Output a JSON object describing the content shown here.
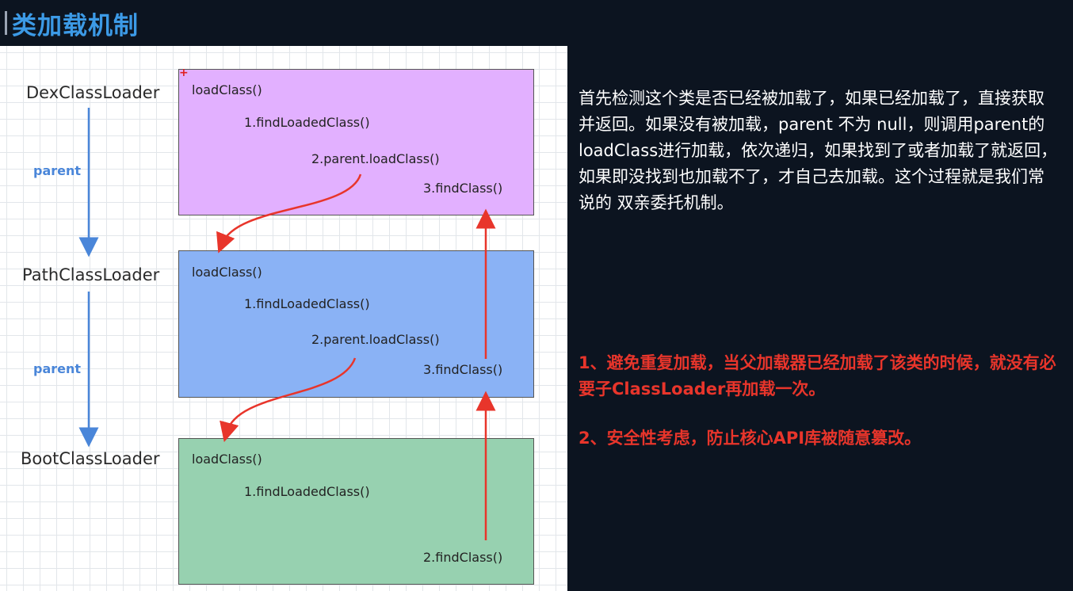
{
  "title": "类加载机制",
  "loaders": [
    {
      "name": "DexClassLoader",
      "color": "#e2b0ff",
      "steps": [
        "loadClass()",
        "1.findLoadedClass()",
        "2.parent.loadClass()",
        "3.findClass()"
      ]
    },
    {
      "name": "PathClassLoader",
      "color": "#8ab2f5",
      "steps": [
        "loadClass()",
        "1.findLoadedClass()",
        "2.parent.loadClass()",
        "3.findClass()"
      ]
    },
    {
      "name": "BootClassLoader",
      "color": "#97d1b0",
      "steps": [
        "loadClass()",
        "1.findLoadedClass()",
        "2.findClass()"
      ]
    }
  ],
  "parent_labels": [
    "parent",
    "parent"
  ],
  "description": "首先检测这个类是否已经被加载了，如果已经加载了，直接获取并返回。如果没有被加载，parent 不为 null，则调用parent的loadClass进行加载，依次递归，如果找到了或者加载了就返回，如果即没找到也加载不了，才自己去加载。这个过程就是我们常说的 双亲委托机制。",
  "reasons": [
    "1、避免重复加载，当父加载器已经加载了该类的时候，就没有必要子ClassLoader再加载一次。",
    "2、安全性考虑，防止核心API库被随意篡改。"
  ],
  "colors": {
    "background": "#0c1420",
    "title": "#3c9ae6",
    "parent_arrow": "#4a86d9",
    "flow_arrow": "#e8352b"
  }
}
